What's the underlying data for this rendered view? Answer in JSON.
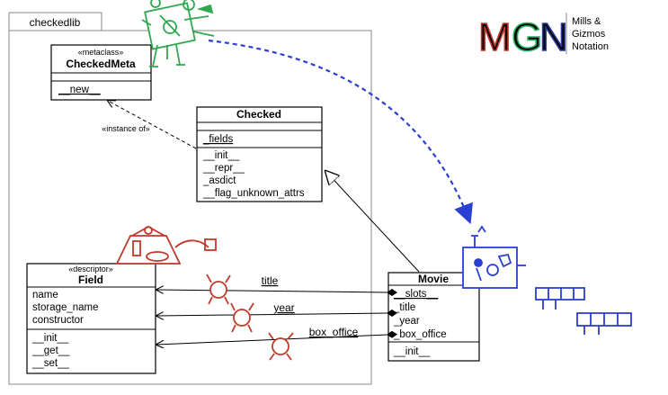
{
  "package": {
    "name": "checkedlib"
  },
  "classes": {
    "checked_meta": {
      "stereotype": "«metaclass»",
      "name": "CheckedMeta",
      "methods": [
        "__new__"
      ]
    },
    "checked": {
      "name": "Checked",
      "attributes": [
        "_fields"
      ],
      "methods": [
        "__init__",
        "__repr__",
        "_asdict",
        "__flag_unknown_attrs"
      ]
    },
    "field": {
      "stereotype": "«descriptor»",
      "name": "Field",
      "attributes": [
        "name",
        "storage_name",
        "constructor"
      ],
      "methods": [
        "__init__",
        "__get__",
        "__set__"
      ]
    },
    "movie": {
      "name": "Movie",
      "attributes": [
        "__slots__",
        "_title",
        "_year",
        "_box_office"
      ],
      "methods": [
        "__init__"
      ]
    }
  },
  "relations": {
    "instance_of": "«instance of»",
    "associations": [
      "title",
      "year",
      "box_office"
    ]
  },
  "logo": {
    "letters": "MGN",
    "lines": [
      "Mills &",
      "Gizmos",
      "Notation"
    ],
    "colors": {
      "m": "#c0392b",
      "g": "#27ae60",
      "n": "#2c3e9a",
      "text": "#333333"
    }
  },
  "colors": {
    "gizmo_green": "#2fa84f",
    "red_ink": "#c0392b",
    "blue_ink": "#2b3fd1"
  }
}
